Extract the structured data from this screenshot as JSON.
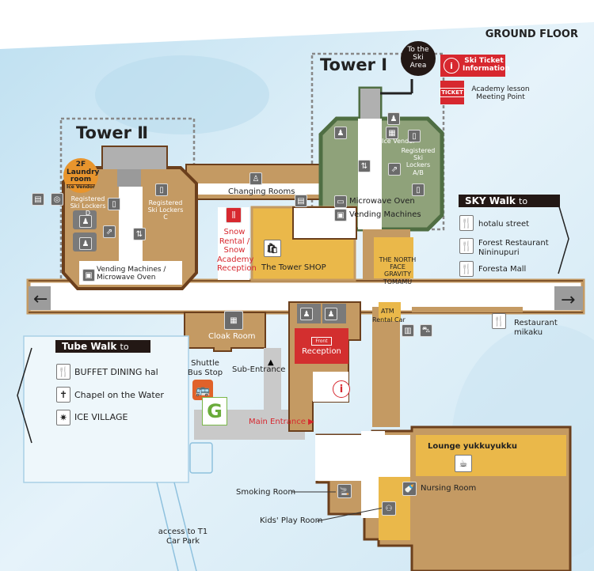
{
  "floor_title": "GROUND FLOOR",
  "towers": {
    "tower1": "Tower I",
    "tower2": "Tower Ⅱ"
  },
  "top_right": {
    "ski_area": "To the Ski Area",
    "ski_ticket": "Ski Ticket Information",
    "ticket_icon_text": "TICKET",
    "academy": "Academy lesson Meeting Point"
  },
  "tower2": {
    "laundry": "2F Laundry room",
    "ice_vendor": "Ice Vendor",
    "lockers_d": "Registered Ski Lockers D",
    "lockers_c": "Registered Ski Lockers C",
    "vending": "Vending Machines / Microwave Oven"
  },
  "tower1_labels": {
    "ice_vender": "Ice Vender",
    "lockers_ab": "Registered Ski Lockers A/B",
    "microwave": "Microwave Oven",
    "vending": "Vending Machines"
  },
  "center": {
    "changing_rooms": "Changing Rooms",
    "snow_rental": "Snow Rental / Snow Academy Reception",
    "tower_shop": "The Tower SHOP",
    "north_face": "THE NORTH FACE GRAVITY TOMAMU",
    "atm": "ATM",
    "rental_car": "Rental Car",
    "cloak_room": "Cloak Room",
    "front_label": "Front",
    "reception": "Reception",
    "shuttle": "Shuttle Bus Stop",
    "g_label": "G",
    "sub_entrance": "Sub-Entrance",
    "main_entrance": "Main Entrance ▶",
    "lounge": "Lounge yukkuyukku",
    "nursing": "Nursing Room",
    "smoking": "Smoking Room",
    "kids": "Kids' Play Room",
    "car_park": "access to T1 Car Park",
    "restaurant_mikaku": "Restaurant mikaku"
  },
  "sky_walk": {
    "head": "SKY Walk",
    "to": "to",
    "items": [
      "hotalu street",
      "Forest Restaurant Nininupuri",
      "Foresta Mall"
    ]
  },
  "tube_walk": {
    "head": "Tube Walk",
    "to": "to",
    "items": [
      {
        "icon": "restaurant-icon",
        "label": "BUFFET DINING hal"
      },
      {
        "icon": "chapel-icon",
        "label": "Chapel on the Water"
      },
      {
        "icon": "ice-icon",
        "label": "ICE VILLAGE"
      }
    ]
  },
  "colors": {
    "wall": "#6b3f1c",
    "floor_tan": "#c49a63",
    "shop_yellow": "#eab84a",
    "tower1_green": "#8fa27a",
    "tower1_border": "#4f6e43",
    "red": "#d7282f",
    "laundry_orange": "#e8952d"
  }
}
